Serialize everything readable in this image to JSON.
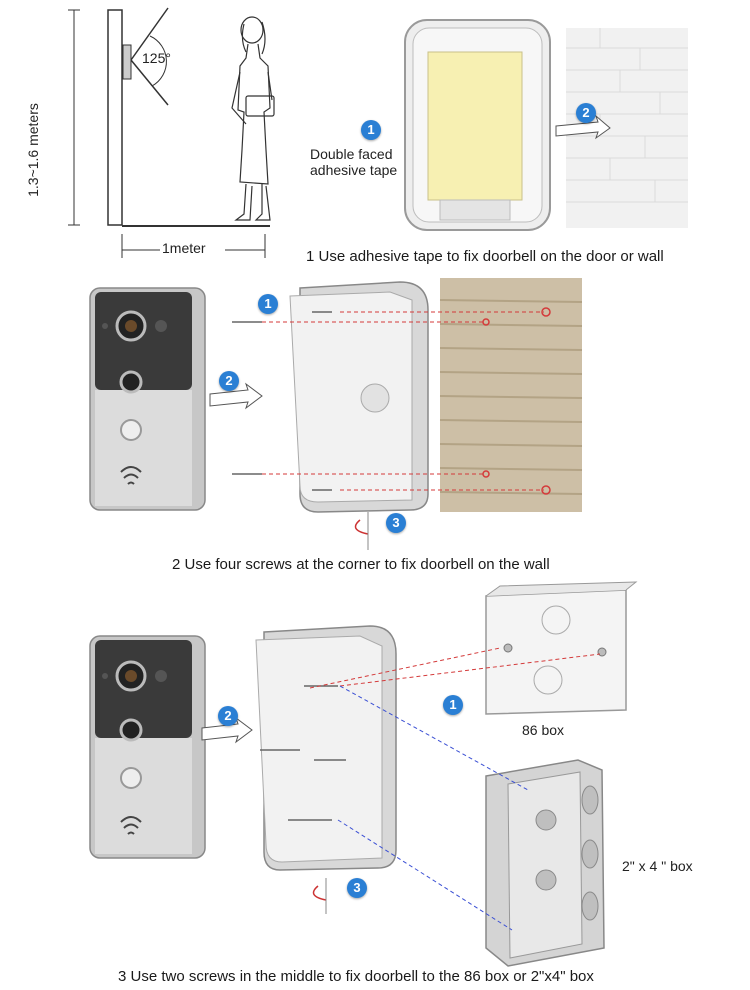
{
  "section1": {
    "angle_label": "125°",
    "height_label": "1.3~1.6 meters",
    "distance_label": "1meter",
    "tape_label_line1": "Double faced",
    "tape_label_line2": "adhesive tape",
    "badge1": "1",
    "badge2": "2",
    "caption": "1  Use adhesive tape to fix doorbell on the door or wall"
  },
  "section2": {
    "badge1": "1",
    "badge2": "2",
    "badge3": "3",
    "caption": "2  Use four screws at the corner to fix doorbell on the wall"
  },
  "section3": {
    "badge1": "1",
    "badge2": "2",
    "badge3": "3",
    "box86_label": "86 box",
    "box2x4_label": "2\" x 4 \" box",
    "caption": "3  Use two screws in the middle to fix doorbell to the 86 box or  2\"x4\" box"
  },
  "colors": {
    "badge": "#2a7fd4",
    "red_dash": "#d43a3a",
    "blue_dash": "#3a4fd4",
    "tape": "#f7f0b2"
  }
}
